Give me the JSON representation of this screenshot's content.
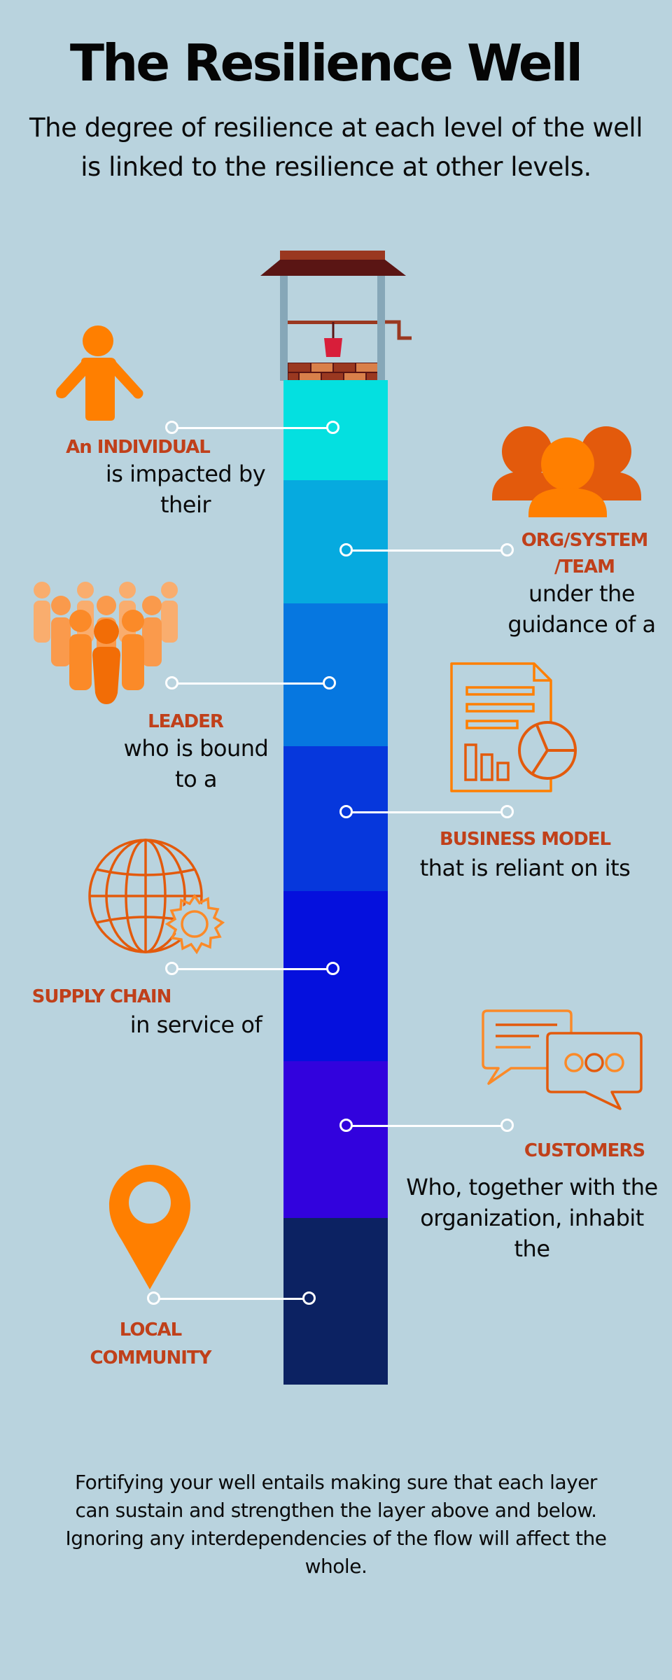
{
  "title": "The Resilience Well",
  "subtitle": "The degree of resilience at each level of the well is linked to the resilience at other levels.",
  "colors": {
    "background": "#b9d3de",
    "label_accent": "#c0401a",
    "icon_orange": "#ff7f00",
    "icon_dark_orange": "#e35a0c"
  },
  "layers": [
    {
      "label": "An INDIVIDUAL",
      "description": "is impacted by their",
      "icon": "person-icon",
      "side": "left",
      "color": "#04e0e0"
    },
    {
      "label": "ORG/SYSTEM /TEAM",
      "description": "under the guidance of a",
      "icon": "group-icon",
      "side": "right",
      "color": "#06aadf"
    },
    {
      "label": "LEADER",
      "description": "who is bound to a",
      "icon": "crowd-leader-icon",
      "side": "left",
      "color": "#0677e0"
    },
    {
      "label": "BUSINESS MODEL",
      "description": "that is reliant on its",
      "icon": "document-chart-icon",
      "side": "right",
      "color": "#0637dc"
    },
    {
      "label": "SUPPLY CHAIN",
      "description": "in service of",
      "icon": "globe-gear-icon",
      "side": "left",
      "color": "#0510dd"
    },
    {
      "label": "CUSTOMERS",
      "description": "Who, together with the organization, inhabit the",
      "icon": "chat-bubbles-icon",
      "side": "right",
      "color": "#3202dd"
    },
    {
      "label": "LOCAL COMMUNITY",
      "description": "",
      "icon": "location-pin-icon",
      "side": "left",
      "color": "#0c2262"
    }
  ],
  "footer": "Fortifying your well entails making sure that each layer can sustain and strengthen the layer above and below. Ignoring any interdependencies of the flow will affect the whole."
}
